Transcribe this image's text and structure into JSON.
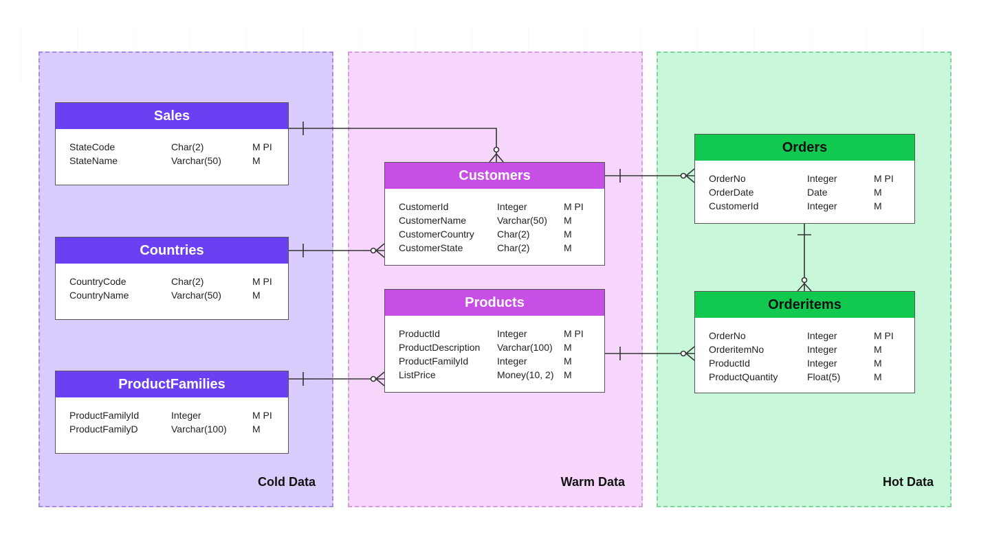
{
  "zones": {
    "cold": {
      "label": "Cold Data"
    },
    "warm": {
      "label": "Warm Data"
    },
    "hot": {
      "label": "Hot Data"
    }
  },
  "entities": {
    "sales": {
      "title": "Sales",
      "rows": [
        {
          "name": "StateCode",
          "type": "Char(2)",
          "flags": "M PI"
        },
        {
          "name": "StateName",
          "type": "Varchar(50)",
          "flags": "M"
        }
      ]
    },
    "countries": {
      "title": "Countries",
      "rows": [
        {
          "name": "CountryCode",
          "type": "Char(2)",
          "flags": "M PI"
        },
        {
          "name": "CountryName",
          "type": "Varchar(50)",
          "flags": "M"
        }
      ]
    },
    "productfamilies": {
      "title": "ProductFamilies",
      "rows": [
        {
          "name": "ProductFamilyId",
          "type": "Integer",
          "flags": "M PI"
        },
        {
          "name": "ProductFamilyD",
          "type": "Varchar(100)",
          "flags": "M"
        }
      ]
    },
    "customers": {
      "title": "Customers",
      "rows": [
        {
          "name": "CustomerId",
          "type": "Integer",
          "flags": "M PI"
        },
        {
          "name": "CustomerName",
          "type": "Varchar(50)",
          "flags": "M"
        },
        {
          "name": "CustomerCountry",
          "type": "Char(2)",
          "flags": "M"
        },
        {
          "name": "CustomerState",
          "type": "Char(2)",
          "flags": "M"
        }
      ]
    },
    "products": {
      "title": "Products",
      "rows": [
        {
          "name": "ProductId",
          "type": "Integer",
          "flags": "M PI"
        },
        {
          "name": "ProductDescription",
          "type": "Varchar(100)",
          "flags": "M"
        },
        {
          "name": "ProductFamilyId",
          "type": "Integer",
          "flags": "M"
        },
        {
          "name": "ListPrice",
          "type": "Money(10, 2)",
          "flags": "M"
        }
      ]
    },
    "orders": {
      "title": "Orders",
      "rows": [
        {
          "name": "OrderNo",
          "type": "Integer",
          "flags": "M PI"
        },
        {
          "name": "OrderDate",
          "type": "Date",
          "flags": "M"
        },
        {
          "name": "CustomerId",
          "type": "Integer",
          "flags": "M"
        }
      ]
    },
    "orderitems": {
      "title": "Orderitems",
      "rows": [
        {
          "name": "OrderNo",
          "type": "Integer",
          "flags": "M PI"
        },
        {
          "name": "OrderitemNo",
          "type": "Integer",
          "flags": "M"
        },
        {
          "name": "ProductId",
          "type": "Integer",
          "flags": "M"
        },
        {
          "name": "ProductQuantity",
          "type": "Float(5)",
          "flags": "M"
        }
      ]
    }
  },
  "relationships": [
    {
      "from": "Sales",
      "to": "Customers",
      "from_end": "one",
      "to_end": "zero-or-many"
    },
    {
      "from": "Countries",
      "to": "Customers",
      "from_end": "one",
      "to_end": "zero-or-many"
    },
    {
      "from": "ProductFamilies",
      "to": "Products",
      "from_end": "one",
      "to_end": "zero-or-many"
    },
    {
      "from": "Customers",
      "to": "Orders",
      "from_end": "one",
      "to_end": "zero-or-many"
    },
    {
      "from": "Orders",
      "to": "Orderitems",
      "from_end": "one",
      "to_end": "zero-or-many"
    },
    {
      "from": "Products",
      "to": "Orderitems",
      "from_end": "one",
      "to_end": "zero-or-many"
    }
  ],
  "colors": {
    "cold_zone": "#d9cbfb",
    "cold_header": "#6b3ff2",
    "warm_zone": "#f7d6fb",
    "warm_header": "#c84fe6",
    "hot_zone": "#c8f7da",
    "hot_header": "#12c94f"
  }
}
